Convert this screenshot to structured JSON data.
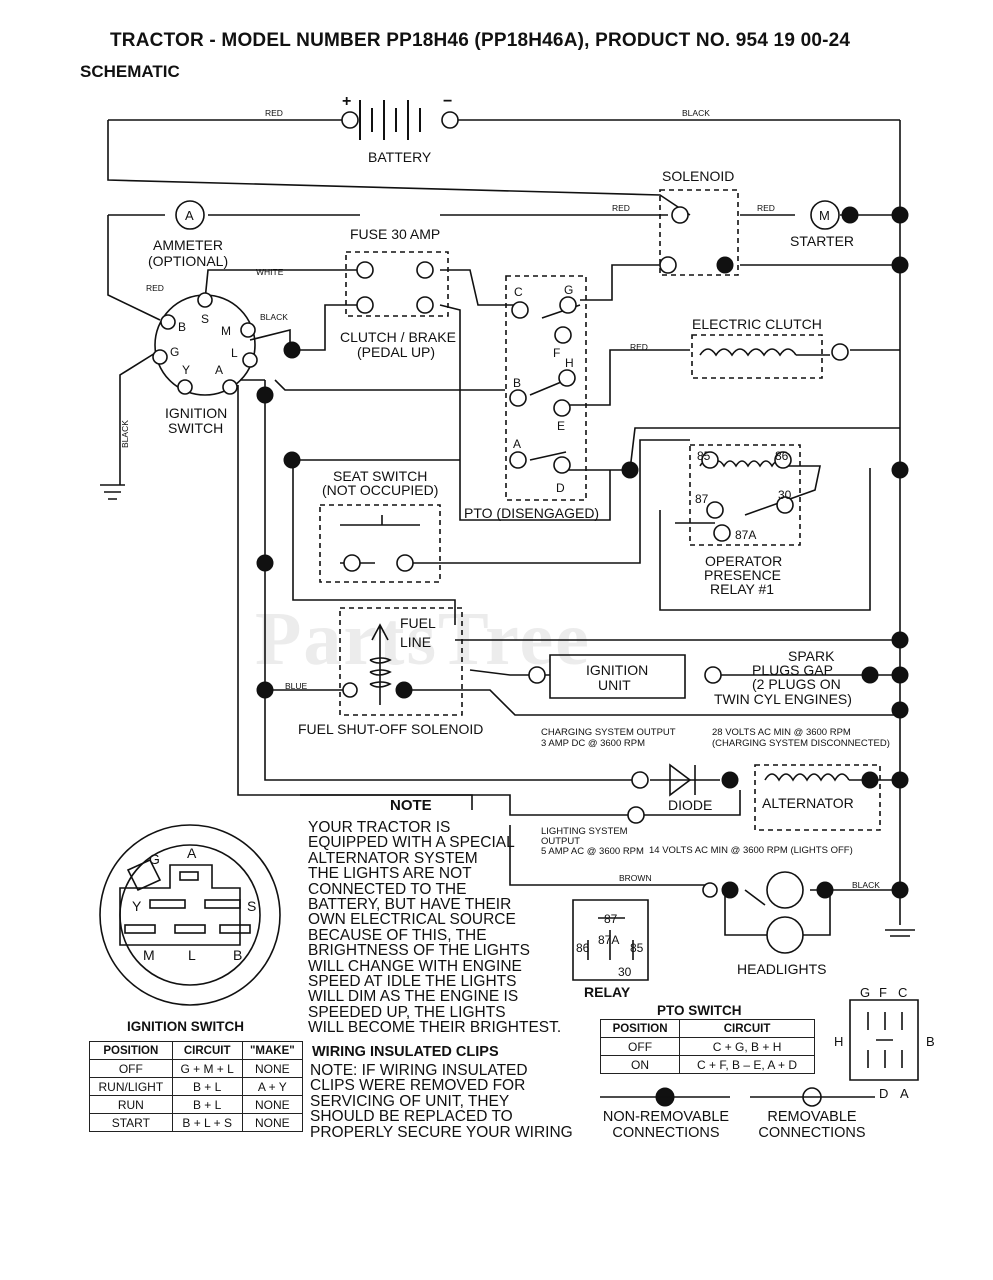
{
  "header": {
    "title": "TRACTOR - MODEL NUMBER PP18H46 (PP18H46A), PRODUCT NO. 954 19 00-24",
    "subtitle": "SCHEMATIC"
  },
  "watermark": "PartsTree",
  "components": {
    "battery": "BATTERY",
    "battery_pos": "+",
    "battery_neg": "−",
    "solenoid": "SOLENOID",
    "starter": "STARTER",
    "starter_symbol": "M",
    "ammeter_line1": "AMMETER",
    "ammeter_line2": "(OPTIONAL)",
    "ammeter_symbol": "A",
    "fuse": "FUSE 30 AMP",
    "clutch_line1": "CLUTCH / BRAKE",
    "clutch_line2": "(PEDAL UP)",
    "ignition_line1": "IGNITION",
    "ignition_line2": "SWITCH",
    "electric_clutch": "ELECTRIC CLUTCH",
    "seat_line1": "SEAT SWITCH",
    "seat_line2": "(NOT OCCUPIED)",
    "pto_disengaged": "PTO (DISENGAGED)",
    "relay_line1": "OPERATOR",
    "relay_line2": "PRESENCE",
    "relay_line3": "RELAY #1",
    "fuel_line1": "FUEL",
    "fuel_line2": "LINE",
    "fuel_solenoid": "FUEL SHUT-OFF SOLENOID",
    "ignition_unit_line1": "IGNITION",
    "ignition_unit_line2": "UNIT",
    "spark_line1": "SPARK",
    "spark_line2": "PLUGS GAP",
    "spark_line3": "(2 PLUGS ON",
    "spark_line4": "TWIN CYL ENGINES)",
    "charging_line1": "CHARGING SYSTEM OUTPUT",
    "charging_line2": "3 AMP DC @ 3600 RPM",
    "ac28_line1": "28 VOLTS AC MIN @ 3600 RPM",
    "ac28_line2": "(CHARGING SYSTEM DISCONNECTED)",
    "diode": "DIODE",
    "alternator": "ALTERNATOR",
    "lighting_line1": "LIGHTING SYSTEM",
    "lighting_line2": "OUTPUT",
    "lighting_line3": "5 AMP AC @ 3600 RPM",
    "ac14": "14 VOLTS AC MIN @ 3600 RPM (LIGHTS OFF)",
    "headlights": "HEADLIGHTS"
  },
  "wire_colors": {
    "red": "RED",
    "black": "BLACK",
    "white": "WHITE",
    "blue": "BLUE",
    "brown": "BROWN"
  },
  "terminals": {
    "ignition": [
      "B",
      "S",
      "M",
      "G",
      "L",
      "Y",
      "A"
    ],
    "pto": [
      "C",
      "G",
      "F",
      "H",
      "B",
      "E",
      "A",
      "D"
    ],
    "relay": [
      "85",
      "86",
      "87",
      "30",
      "87A"
    ],
    "relay_diagram": [
      "87",
      "87A",
      "86",
      "85",
      "30"
    ],
    "plug": [
      "G",
      "A",
      "Y",
      "S",
      "M",
      "L",
      "B"
    ],
    "pto_diagram_top": [
      "G",
      "F",
      "C"
    ],
    "pto_diagram_left": "H",
    "pto_diagram_right": "B",
    "pto_diagram_bottom": [
      "D",
      "A"
    ]
  },
  "note": {
    "title": "NOTE",
    "lines": [
      "YOUR TRACTOR IS",
      "EQUIPPED WITH A SPECIAL",
      "ALTERNATOR SYSTEM",
      "THE LIGHTS ARE NOT",
      "CONNECTED TO THE",
      "BATTERY, BUT HAVE THEIR",
      "OWN ELECTRICAL SOURCE",
      "BECAUSE OF THIS, THE",
      "BRIGHTNESS OF THE LIGHTS",
      "WILL CHANGE WITH ENGINE",
      "SPEED   AT IDLE THE LIGHTS",
      "WILL DIM   AS THE ENGINE IS",
      "SPEEDED UP, THE LIGHTS",
      "WILL BECOME THEIR BRIGHTEST."
    ]
  },
  "clips": {
    "title": "WIRING INSULATED CLIPS",
    "lines": [
      "NOTE: IF WIRING INSULATED",
      "CLIPS WERE REMOVED FOR",
      "SERVICING OF UNIT, THEY",
      "SHOULD BE REPLACED TO",
      "PROPERLY SECURE YOUR WIRING"
    ]
  },
  "ignition_table": {
    "caption": "IGNITION SWITCH",
    "headers": [
      "POSITION",
      "CIRCUIT",
      "\"MAKE\""
    ],
    "rows": [
      [
        "OFF",
        "G + M + L",
        "NONE"
      ],
      [
        "RUN/LIGHT",
        "B + L",
        "A + Y"
      ],
      [
        "RUN",
        "B + L",
        "NONE"
      ],
      [
        "START",
        "B + L + S",
        "NONE"
      ]
    ]
  },
  "pto_table": {
    "caption": "PTO SWITCH",
    "headers": [
      "POSITION",
      "CIRCUIT"
    ],
    "rows": [
      [
        "OFF",
        "C + G, B + H"
      ],
      [
        "ON",
        "C + F, B – E, A + D"
      ]
    ]
  },
  "relay_caption": "RELAY",
  "legend": {
    "non_removable": [
      "NON-REMOVABLE",
      "CONNECTIONS"
    ],
    "removable": [
      "REMOVABLE",
      "CONNECTIONS"
    ]
  }
}
